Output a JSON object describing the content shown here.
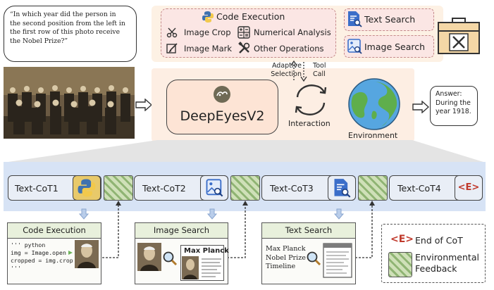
{
  "question": {
    "lines": [
      "“In which year did the person in",
      "the second position from the left in",
      "the first row of this photo receive",
      "the Nobel Prize?”"
    ]
  },
  "tools": {
    "code_execution": "Code Execution",
    "image_crop": "Image Crop",
    "numerical_analysis": "Numerical Analysis",
    "image_mark": "Image Mark",
    "other_operations": "Other Operations",
    "text_search": "Text Search",
    "image_search": "Image Search"
  },
  "flow": {
    "adaptive_selection_1": "Adaptive",
    "adaptive_selection_2": "Selection",
    "tool_call_1": "Tool",
    "tool_call_2": "Call",
    "model_name": "DeepEyesV2",
    "interaction": "Interaction",
    "environment": "Environment"
  },
  "answer": {
    "lines": [
      "Answer:",
      "During the",
      "year 1918."
    ]
  },
  "cot": {
    "step1": "Text-CoT1",
    "step2": "Text-CoT2",
    "step3": "Text-CoT3",
    "step4": "Text-CoT4",
    "end_token": "<E>"
  },
  "panels": {
    "code": {
      "title": "Code Execution",
      "lines": [
        "''' python",
        "img = Image.open",
        "cropped = img.crop",
        "'''"
      ]
    },
    "image_search": {
      "title": "Image Search",
      "result_label": "Max Planck"
    },
    "text_search": {
      "title": "Text Search",
      "lines": [
        "Max Planck",
        "Nobel Prize",
        "Timeline"
      ]
    }
  },
  "legend": {
    "end_token": "<E>",
    "end_label": "End of CoT",
    "feedback_1": "Environmental",
    "feedback_2": "Feedback"
  },
  "colors": {
    "accent_red": "#c0392b",
    "hatch_green": "#8fb473",
    "cot_blue": "#d7e3f5",
    "peach": "#fdeee3"
  }
}
